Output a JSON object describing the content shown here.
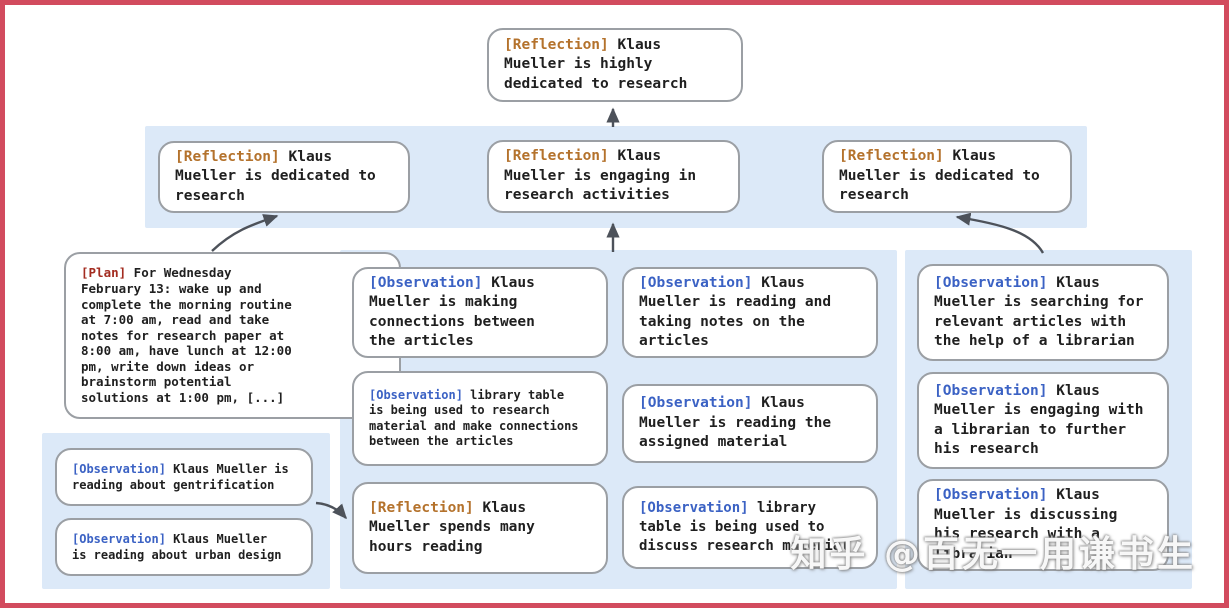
{
  "labels": {
    "reflection": "[Reflection]",
    "observation": "[Observation]",
    "plan": "[Plan]"
  },
  "colors": {
    "reflection_label": "#b4722c",
    "observation_label": "#3b62c4",
    "plan_label": "#a32c20",
    "card_border": "#9b9fa4",
    "band_background": "#dce9f8",
    "frame_border": "#d24b5e",
    "arrow": "#4d525a",
    "text": "#1f1f1f"
  },
  "watermark": {
    "text": "知乎 @百无一用谦书生"
  },
  "nodes": {
    "root": {
      "label": "[Reflection]",
      "text": "Klaus\nMueller is highly\ndedicated to research"
    },
    "reflection_left": {
      "label": "[Reflection]",
      "text": "Klaus\nMueller is dedicated to\nresearch"
    },
    "reflection_mid": {
      "label": "[Reflection]",
      "text": "Klaus\nMueller is engaging in\nresearch activities"
    },
    "reflection_right": {
      "label": "[Reflection]",
      "text": "Klaus\nMueller is dedicated to\nresearch"
    },
    "plan": {
      "label": "[Plan]",
      "text": "For Wednesday\nFebruary 13: wake up and\ncomplete the morning routine\nat 7:00 am, read and take\nnotes for research paper at\n8:00 am, have lunch at 12:00\npm, write down ideas or\nbrainstorm potential\nsolutions at 1:00 pm, [...]"
    },
    "obs_gentrification": {
      "label": "[Observation]",
      "text": "Klaus Mueller is\nreading about gentrification"
    },
    "obs_urban_design": {
      "label": "[Observation]",
      "text": "Klaus Mueller\nis reading about urban design"
    },
    "obs_connections": {
      "label": "[Observation]",
      "text": "Klaus\nMueller is making\nconnections between\nthe articles"
    },
    "obs_library_research": {
      "label": "[Observation]",
      "text": "library table\nis being used to research\nmaterial and make connections\nbetween the articles"
    },
    "reflection_hours": {
      "label": "[Reflection]",
      "text": "Klaus\nMueller spends many\nhours reading"
    },
    "obs_taking_notes": {
      "label": "[Observation]",
      "text": "Klaus\nMueller is reading and\ntaking notes on the\narticles"
    },
    "obs_assigned_material": {
      "label": "[Observation]",
      "text": "Klaus\nMueller is reading the\nassigned material"
    },
    "obs_library_discuss": {
      "label": "[Observation]",
      "text": "library\ntable is being used to\ndiscuss research material"
    },
    "obs_searching_articles": {
      "label": "[Observation]",
      "text": "Klaus\nMueller is searching for\nrelevant articles with\nthe help of a librarian"
    },
    "obs_engaging_librarian": {
      "label": "[Observation]",
      "text": "Klaus\nMueller is engaging with\na librarian to further\nhis research"
    },
    "obs_discussing_research": {
      "label": "[Observation]",
      "text": "Klaus\nMueller is discussing\nhis research with a\nlibrarian"
    }
  }
}
